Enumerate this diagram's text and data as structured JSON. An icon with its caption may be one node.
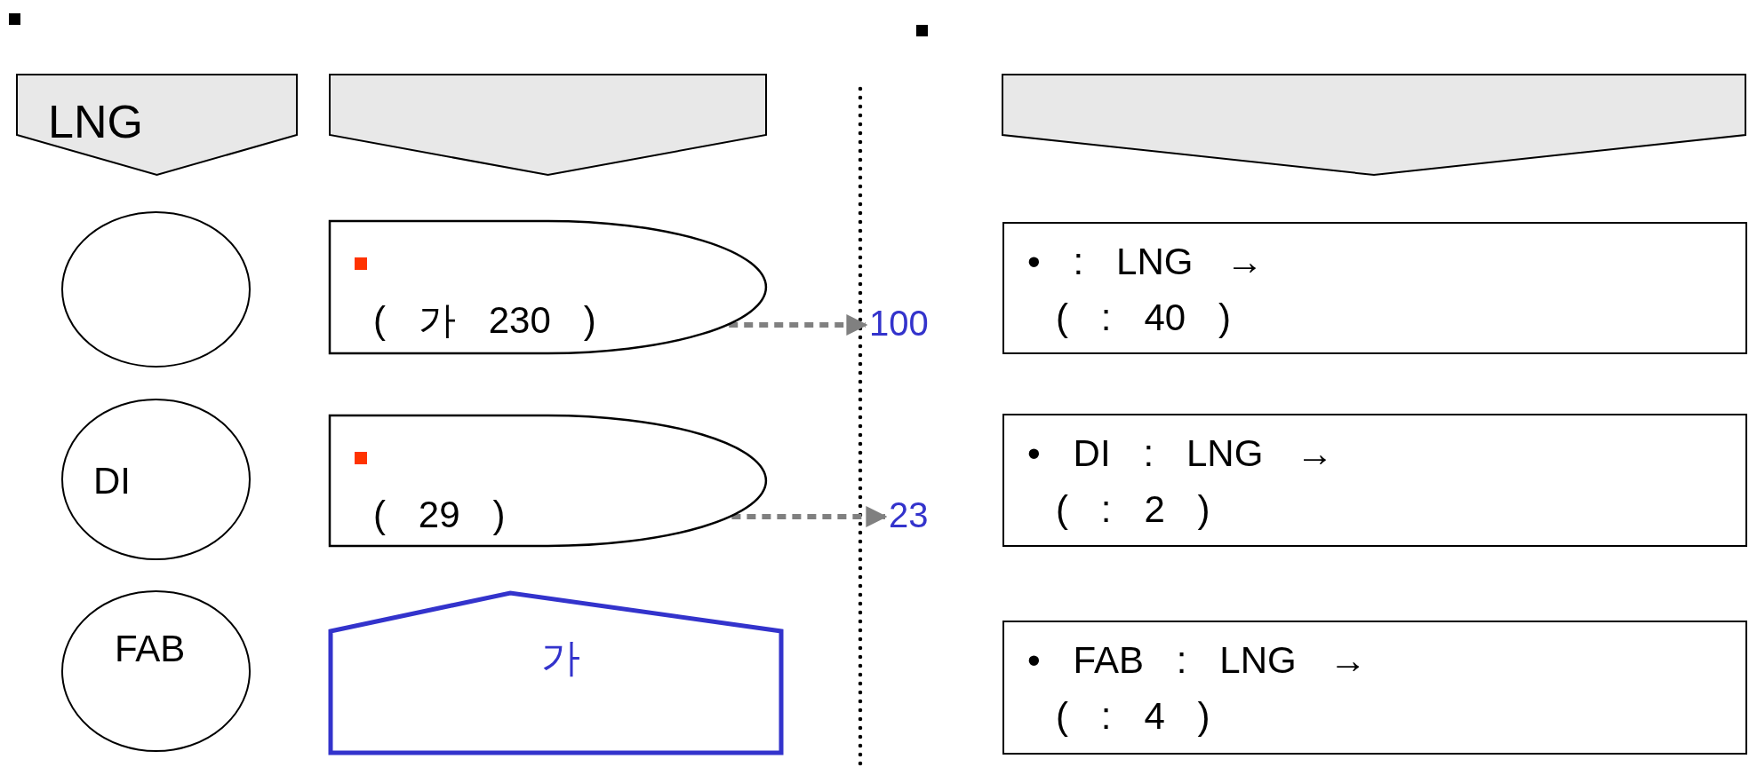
{
  "diagram": {
    "nodes": [
      {
        "text": [
          "LNG"
        ]
      },
      {
        "text": [],
        "shape": "pentagon"
      },
      {
        "text": [],
        "shape": "pentagon"
      },
      {
        "text": [],
        "shape": "circle"
      },
      {
        "text": [
          "( 가 230 )"
        ]
      },
      {
        "text": [
          "100"
        ]
      },
      {
        "text": [
          "• : LNG →",
          "( : 40 )"
        ]
      },
      {
        "text": [
          "DI"
        ]
      },
      {
        "text": [
          "( 29 )"
        ]
      },
      {
        "text": [
          "23"
        ]
      },
      {
        "text": [
          "• DI : LNG →",
          "( : 2 )"
        ]
      },
      {
        "text": [
          "FAB"
        ]
      },
      {
        "text": [
          "가"
        ]
      },
      {
        "text": [
          "• FAB : LNG →",
          "( : 4 )"
        ]
      }
    ],
    "edges": [
      {
        "from": 4,
        "to": 5,
        "arrow": "to",
        "style": "dashed",
        "color": "#808080"
      },
      {
        "from": 8,
        "to": 9,
        "arrow": "to",
        "style": "dashed",
        "color": "#808080"
      }
    ]
  }
}
